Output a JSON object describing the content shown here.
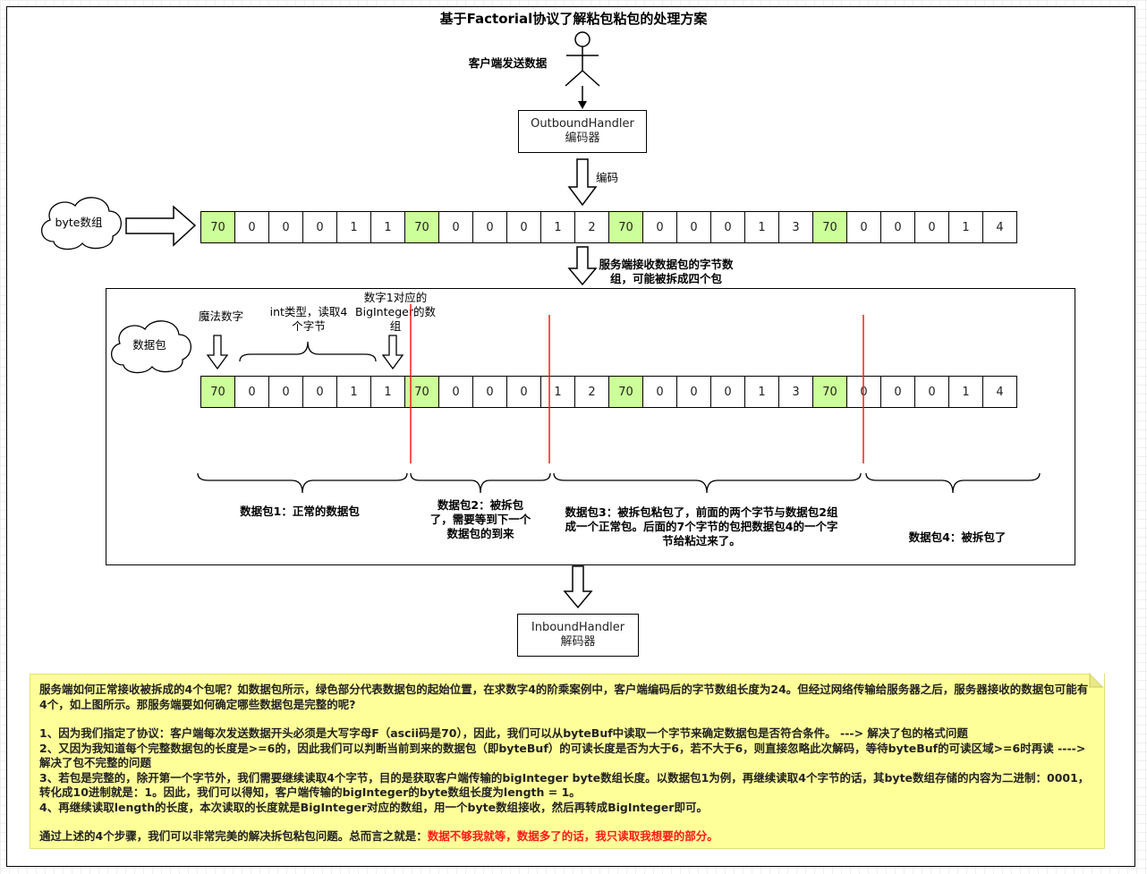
{
  "title": "基于Factorial协议了解粘包粘包的处理方案",
  "client_label": "客户端发送数据",
  "encoder": {
    "name": "OutboundHandler",
    "sub": "编码器"
  },
  "encode_label": "编码",
  "byte_array_label": "byte数组",
  "server_receive_label": "服务端接收数据包的字节数组，可能被拆成四个包",
  "packet_cloud_label": "数据包",
  "magic_label": "魔法数字",
  "int_label": "int类型，读取4个字节",
  "bigint_label": "数字1对应的BigInteger的数组",
  "bytes": [
    "70",
    "0",
    "0",
    "0",
    "1",
    "1",
    "70",
    "0",
    "0",
    "0",
    "1",
    "2",
    "70",
    "0",
    "0",
    "0",
    "1",
    "3",
    "70",
    "0",
    "0",
    "0",
    "1",
    "4"
  ],
  "highlight_color": "#ccff99",
  "packets": [
    {
      "label": "数据包1：正常的数据包"
    },
    {
      "label": "数据包2：被拆包了，需要等到下一个数据包的到来"
    },
    {
      "label": "数据包3：被拆包粘包了，前面的两个字节与数据包2组成一个正常包。后面的7个字节的包把数据包4的一个字节给粘过来了。"
    },
    {
      "label": "数据包4：被拆包了"
    }
  ],
  "decoder": {
    "name": "InboundHandler",
    "sub": "解码器"
  },
  "note": {
    "intro": "服务端如何正常接收被拆成的4个包呢？如数据包所示，绿色部分代表数据包的起始位置，在求数字4的阶乘案例中，客户端编码后的字节数组长度为24。但经过网络传输给服务器之后，服务器接收的数据包可能有4个，如上图所示。那服务端要如何确定哪些数据包是完整的呢?",
    "steps": [
      "1、因为我们指定了协议：客户端每次发送数据开头必须是大写字母F（ascii码是70），因此，我们可以从byteBuf中读取一个字节来确定数据包是否符合条件。    ---> 解决了包的格式问题",
      "2、又因为我知道每个完整数据包的长度是>=6的，因此我们可以判断当前到来的数据包（即byteBuf）的可读长度是否为大于6，若不大于6，则直接忽略此次解码，等待byteBuf的可读区域>=6时再读 ----> 解决了包不完整的问题",
      "3、若包是完整的，除开第一个字节外，我们需要继续读取4个字节，目的是获取客户端传输的bigInteger byte数组长度。以数据包1为例，再继续读取4个字节的话，其byte数组存储的内容为二进制：0001，转化成10进制就是：1。因此，我们可以得知，客户端传输的bigInteger的byte数组长度为length = 1。",
      "4、再继续读取length的长度，本次读取的长度就是BigInteger对应的数组，用一个byte数组接收，然后再转成BigInteger即可。"
    ],
    "summary_prefix": "通过上述的4个步骤，我们可以非常完美的解决拆包粘包问题。总而言之就是：",
    "summary_highlight": "数据不够我就等，数据多了的话，我只读取我想要的部分。"
  }
}
